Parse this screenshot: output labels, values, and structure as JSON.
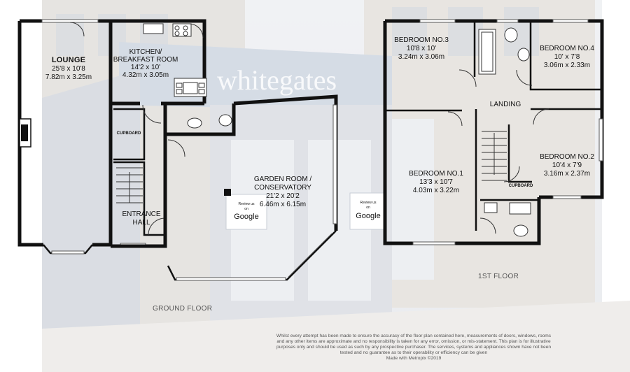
{
  "brand": {
    "name": "whitegates"
  },
  "signs": [
    {
      "line1": "Review us",
      "line2": "on",
      "brand": "Google"
    },
    {
      "line1": "Review us",
      "line2": "on",
      "brand": "Google"
    }
  ],
  "floors": {
    "ground": {
      "label": "GROUND FLOOR",
      "rooms": [
        {
          "id": "lounge",
          "name": "LOUNGE",
          "imperial": "25'8 x 10'8",
          "metric": "7.82m x 3.25m"
        },
        {
          "id": "kitchen",
          "name_line1": "KITCHEN/",
          "name_line2": "BREAKFAST ROOM",
          "imperial": "14'2 x 10'",
          "metric": "4.32m x 3.05m"
        },
        {
          "id": "garden-room",
          "name_line1": "GARDEN ROOM /",
          "name_line2": "CONSERVATORY",
          "imperial": "21'2 x 20'2",
          "metric": "6.46m x 6.15m"
        },
        {
          "id": "entrance-hall",
          "name_line1": "ENTRANCE",
          "name_line2": "HALL"
        },
        {
          "id": "cupboard",
          "name": "CUPBOARD"
        }
      ]
    },
    "first": {
      "label": "1ST FLOOR",
      "rooms": [
        {
          "id": "bedroom-3",
          "name": "BEDROOM NO.3",
          "imperial": "10'8 x 10'",
          "metric": "3.24m x 3.06m"
        },
        {
          "id": "bedroom-4",
          "name": "BEDROOM NO.4",
          "imperial": "10' x 7'8",
          "metric": "3.06m x 2.33m"
        },
        {
          "id": "landing",
          "name": "LANDING"
        },
        {
          "id": "bedroom-1",
          "name": "BEDROOM NO.1",
          "imperial": "13'3 x 10'7",
          "metric": "4.03m x 3.22m"
        },
        {
          "id": "bedroom-2",
          "name": "BEDROOM NO.2",
          "imperial": "10'4 x 7'9",
          "metric": "3.16m x 2.37m"
        },
        {
          "id": "cupboard",
          "name": "CUPBOARD"
        }
      ]
    }
  },
  "disclaimer": "Whilst every attempt has been made to ensure the accuracy of the floor plan contained here, measurements of doors, windows, rooms and any other items are approximate and no responsibility is taken for any error, omission, or mis-statement. This plan is for illustrative purposes only and should be used as such by any prospective purchaser. The services, systems and appliances shown have not been tested and no guarantee as to their operability or efficiency can be given",
  "credit": "Made with Metropix ©2019"
}
